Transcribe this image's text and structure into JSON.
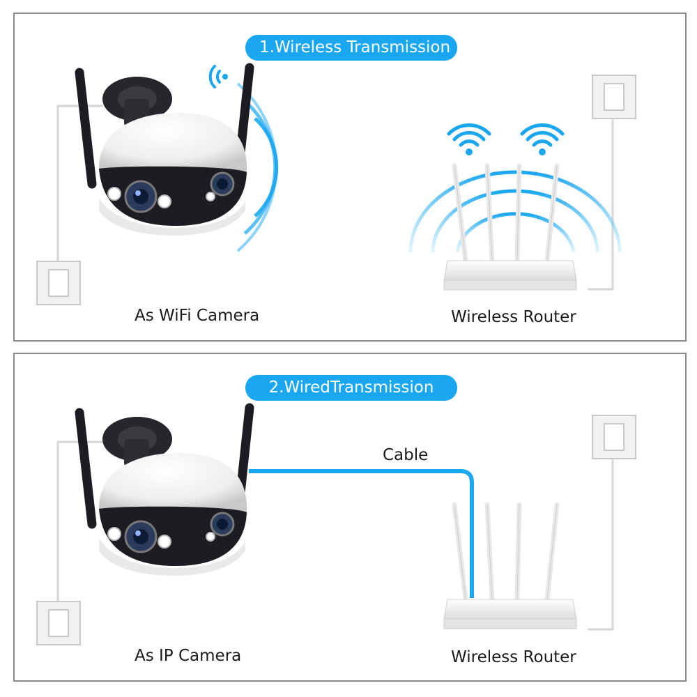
{
  "panel_wireless": {
    "mode_label": "1.Wireless Transmission",
    "camera_caption": "As WiFi Camera",
    "router_caption": "Wireless Router"
  },
  "panel_wired": {
    "mode_label": "2.WiredTransmission",
    "cable_label": "Cable",
    "camera_caption": "As IP Camera",
    "router_caption": "Wireless Router"
  },
  "colors": {
    "accent_blue": "#1aa7f0",
    "border_gray": "#8a8a8a",
    "camera_black": "#1c1d22",
    "camera_white": "#f2f2f2"
  },
  "icons": [
    "wifi-signal-icon",
    "wall-socket-icon",
    "camera-device",
    "router-device"
  ]
}
